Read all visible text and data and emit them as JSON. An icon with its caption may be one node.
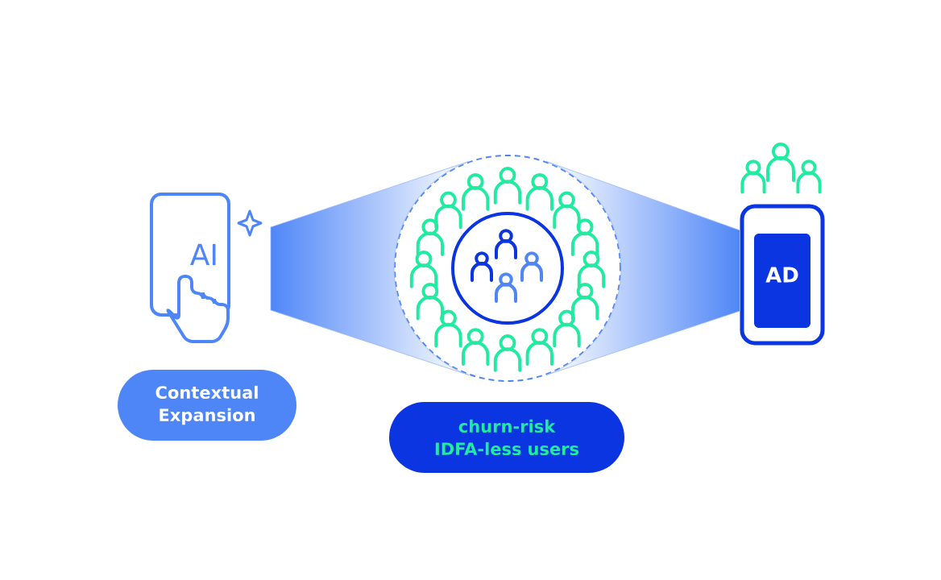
{
  "diagram": {
    "nodes": [
      {
        "text": [
          "AI"
        ]
      },
      {
        "text": [
          "Contextual Expansion"
        ]
      },
      {
        "text": [],
        "shape": "circle"
      },
      {
        "text": [
          "churn-risk IDFA-less users"
        ]
      },
      {
        "text": [
          "AD"
        ]
      }
    ],
    "edges": [
      {
        "from": 0,
        "to": 2,
        "arrow": "none"
      },
      {
        "from": 2,
        "to": 4,
        "arrow": "none"
      }
    ]
  }
}
